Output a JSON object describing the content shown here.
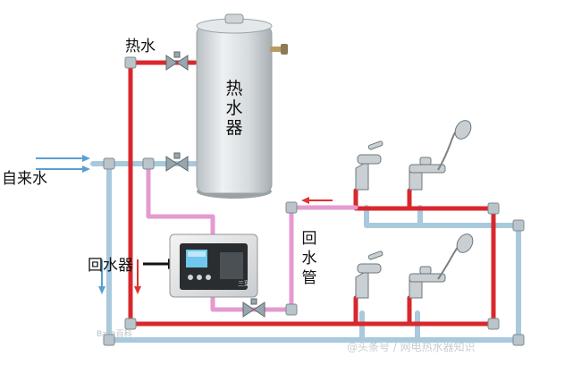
{
  "labels": {
    "hot_water": "热水",
    "tap_water": "自来水",
    "heater_char_1": "热",
    "heater_char_2": "水",
    "heater_char_3": "器",
    "return_device": "回水器",
    "return_pipe_1": "回",
    "return_pipe_2": "水",
    "return_pipe_3": "管",
    "device_brand": "三葉"
  },
  "watermark": {
    "left": "Bai⊕百科",
    "right": "@头条号 / 网电热水器知识"
  },
  "colors": {
    "hot_pipe": "#d8282e",
    "cold_pipe": "#a9c9dd",
    "return_pipe": "#e59ad0",
    "arrow_blue": "#5a9fd1",
    "arrow_red": "#e0322f",
    "tank": "#d4d9dc"
  }
}
